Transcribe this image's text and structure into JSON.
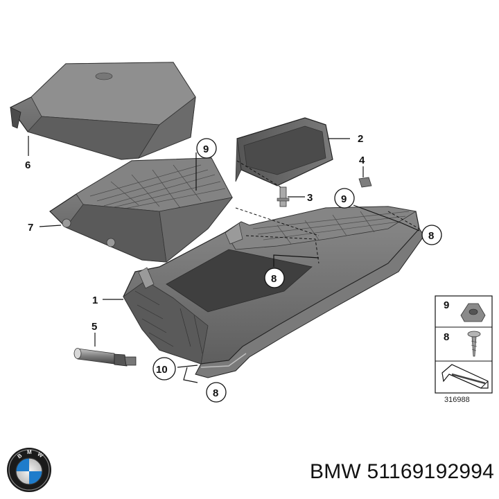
{
  "diagram": {
    "callouts": [
      "1",
      "2",
      "3",
      "4",
      "5",
      "6",
      "7",
      "8",
      "9",
      "10"
    ],
    "legend": {
      "items": [
        {
          "number": "9"
        },
        {
          "number": "8"
        }
      ],
      "diagram_id": "316988"
    }
  },
  "caption": {
    "brand": "BMW",
    "part_number": "51169192994"
  },
  "colors": {
    "part_fill": "#6e6e6e",
    "part_dark": "#4a4a4a",
    "part_light": "#8c8c8c",
    "line": "#111111"
  }
}
